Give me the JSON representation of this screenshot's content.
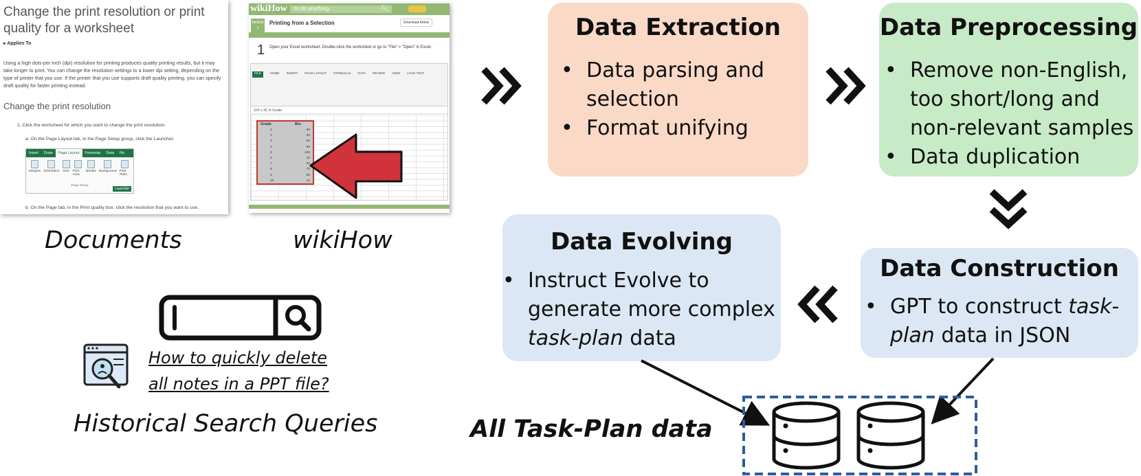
{
  "sources": {
    "documents": {
      "caption": "Documents",
      "title": "Change the print resolution or print quality for a worksheet",
      "applies_to": "▸ Applies To",
      "paragraph": "Using a high dots-per-inch (dpi) resolution for printing produces quality printing results, but it may take longer to print. You can change the resolution settings to a lower dpi setting, depending on the type of printer that you use. If the printer that you use supports draft quality printing, you can specify draft quality for faster printing instead.",
      "subheading": "Change the print resolution",
      "step_1": "1.  Click the worksheet for which you want to change the print resolution.",
      "step_a": "a.  On the Page Layout tab, in the Page Setup group, click the Launcher.",
      "step_b": "b.  On the Page tab, in the Print quality box, click the resolution that you want to use.",
      "ribbon_tabs": [
        "Insert",
        "Draw",
        "Page Layout",
        "Formulas",
        "Data",
        "Re"
      ],
      "ribbon_items": [
        "Margins",
        "Orientation",
        "Size",
        "Print Area",
        "Breaks",
        "Background",
        "Print Titles"
      ],
      "ribbon_group": "Page Setup",
      "launcher": "Launcher"
    },
    "wikihow": {
      "caption": "wikiHow",
      "logo": "wikiHow",
      "tagline": "to do anything.",
      "method": "Method 1",
      "heading": "Printing from a Selection",
      "download": "Download Article",
      "step_number": "1",
      "step_text": "Open your Excel worksheet. Double-click the worksheet or go to \"File\" > \"Open\" in Excel.",
      "excel_tabs": [
        "FILE",
        "HOME",
        "INSERT",
        "PAGE LAYOUT",
        "FORMULAS",
        "DATA",
        "REVIEW",
        "VIEW",
        "LOAD TEST"
      ],
      "formula_bar": "11R x 3C    fx   Grade",
      "table_headers": [
        "Grade",
        "Bin"
      ],
      "table_rows": [
        [
          "1",
          "60"
        ],
        [
          "2",
          "40"
        ],
        [
          "3",
          "80"
        ],
        [
          "4",
          "90"
        ],
        [
          "5",
          "100"
        ],
        [
          "6",
          "10"
        ],
        [
          "7",
          "30"
        ],
        [
          "8",
          "70"
        ],
        [
          "9",
          "50"
        ],
        [
          "10",
          "10"
        ]
      ]
    },
    "search": {
      "caption": "Historical Search Queries",
      "query_line1": "How to quickly delete",
      "query_line2": "all notes in a PPT file?"
    }
  },
  "pipeline": {
    "extraction": {
      "title": "Data Extraction",
      "items": [
        "Data parsing and selection",
        "Format unifying"
      ]
    },
    "preprocessing": {
      "title": "Data Preprocessing",
      "items": [
        "Remove non-English, too short/long and non-relevant samples",
        "Data duplication"
      ]
    },
    "construction": {
      "title": "Data Construction",
      "item_pre": "GPT to construct ",
      "item_em": "task-plan",
      "item_post": " data in JSON"
    },
    "evolving": {
      "title": "Data Evolving",
      "item_pre": "Instruct Evolve to generate more complex ",
      "item_em": "task-plan",
      "item_post": " data"
    }
  },
  "output": {
    "label": "All Task-Plan data"
  },
  "colors": {
    "extraction_bg": "#fad9c6",
    "preprocessing_bg": "#c6ebc6",
    "construction_bg": "#dbe7f4",
    "evolving_bg": "#dbe7f4",
    "storage_border": "#2e5c9a",
    "arrow_red": "#d0343a",
    "wikihow_green": "#93b874"
  }
}
